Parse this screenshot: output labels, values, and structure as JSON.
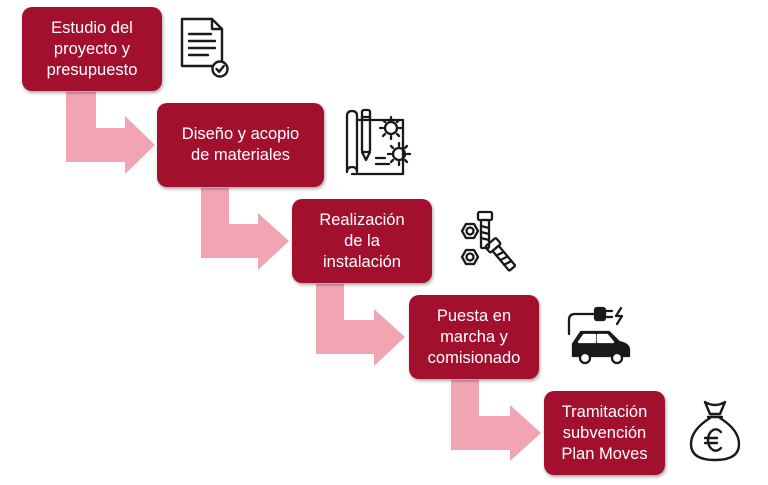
{
  "colors": {
    "step_fill": "#a3102e",
    "step_text": "#ffffff",
    "arrow_fill": "#f1a5b3",
    "icon_stroke": "#1a1a1a"
  },
  "steps": [
    {
      "label": "Estudio del\nproyecto y\npresupuesto",
      "icon": "document-check-icon"
    },
    {
      "label": "Diseño y acopio\nde materiales",
      "icon": "design-gears-icon"
    },
    {
      "label": "Realización\nde la\ninstalación",
      "icon": "bolts-nuts-icon"
    },
    {
      "label": "Puesta en\nmarcha y\ncomisionado",
      "icon": "ev-charging-car-icon"
    },
    {
      "label": "Tramitación\nsubvención\nPlan Moves",
      "icon": "euro-money-bag-icon"
    }
  ]
}
